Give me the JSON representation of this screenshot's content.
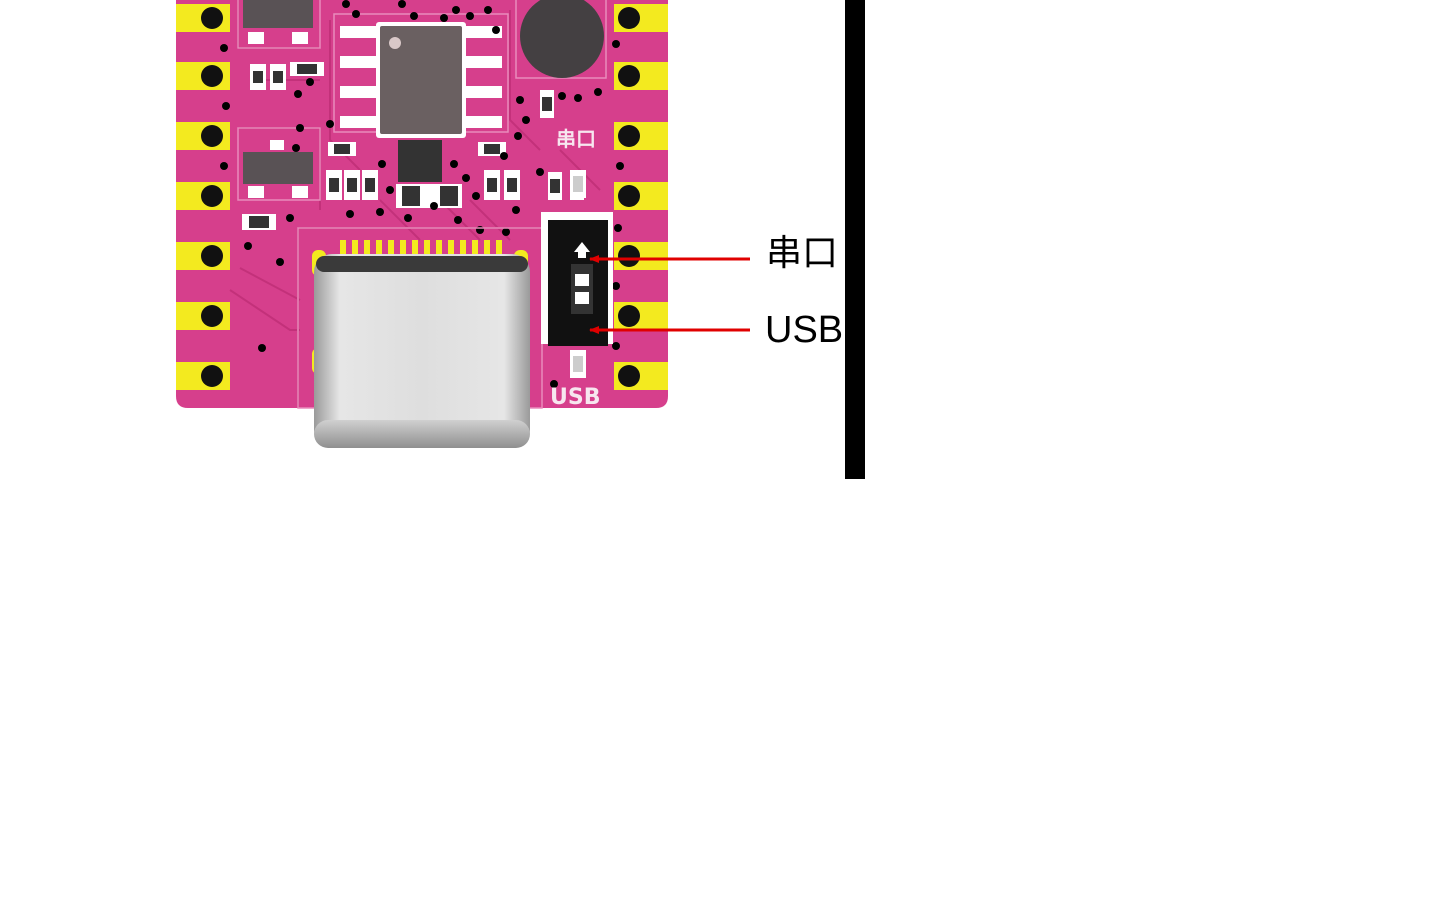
{
  "silkscreen": {
    "serial_mark": "串口",
    "usb_mark": "USB"
  },
  "callouts": {
    "serial": "串口",
    "usb": "USB"
  },
  "colors": {
    "board": "#d63f8c",
    "board_dark": "#b82a6f",
    "trace": "#c23079",
    "pad_gold": "#f3ea1f",
    "arrow": "#e00000",
    "separator": "#000000",
    "usb_c_shell": "#d8d8d8",
    "switch_body": "#111111"
  }
}
